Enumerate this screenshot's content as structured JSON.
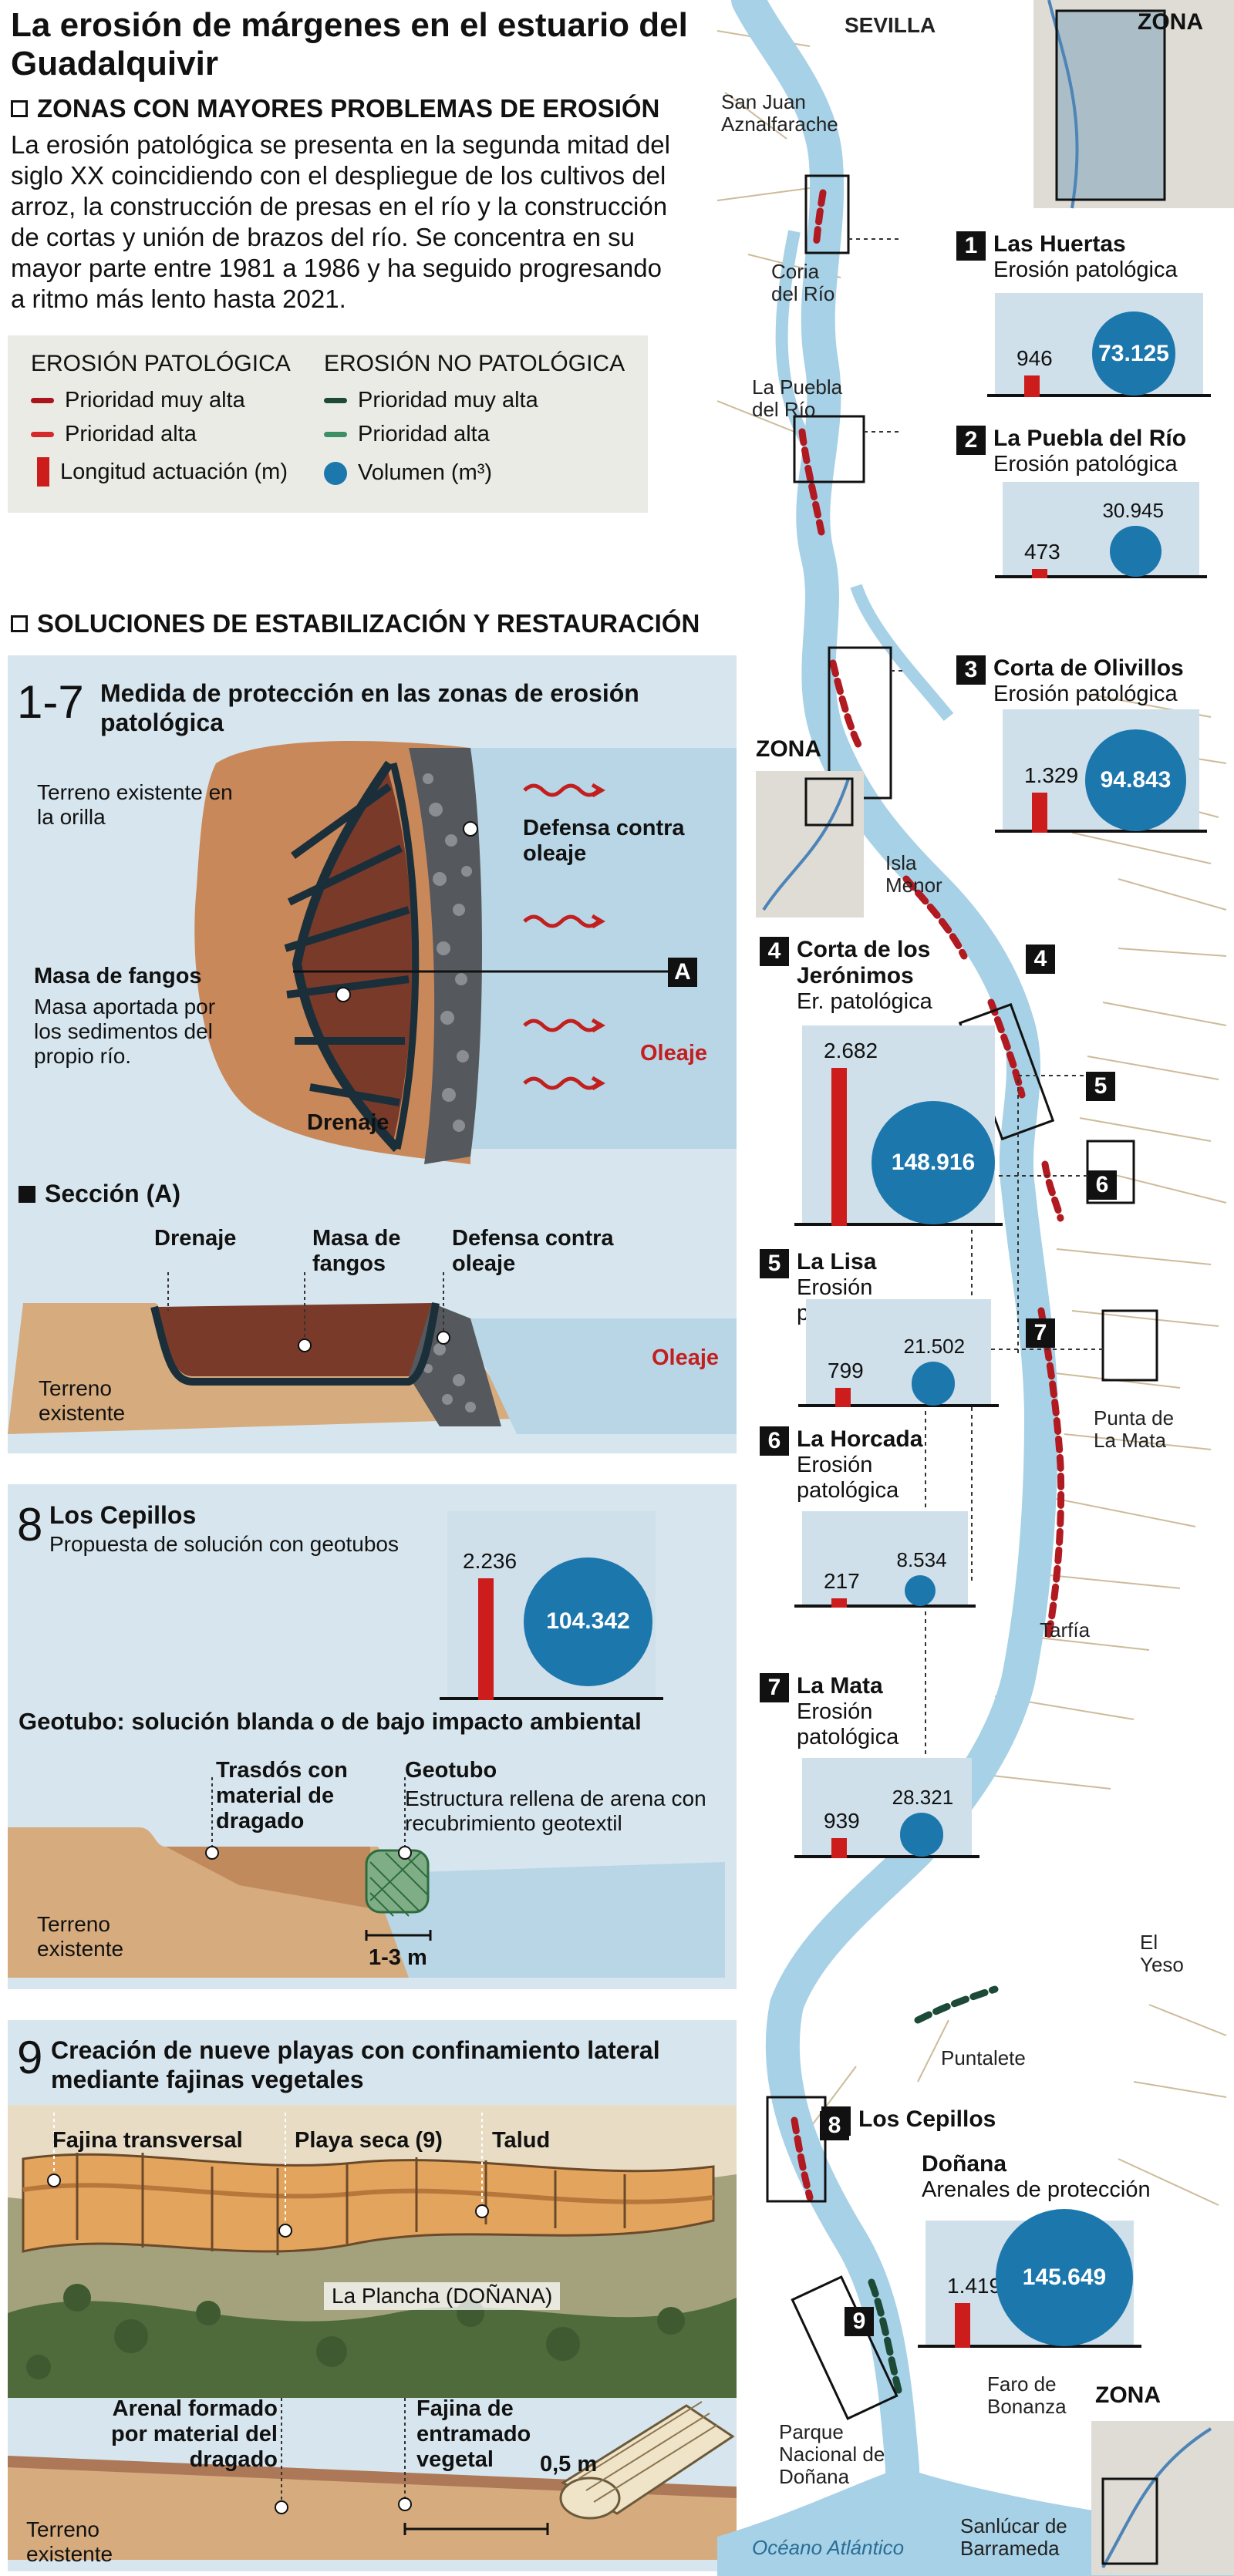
{
  "header": {
    "title": "La erosión de márgenes en el estuario del Guadalquivir",
    "section1": "ZONAS CON MAYORES PROBLEMAS DE EROSIÓN",
    "intro": "La erosión patológica se presenta en la segunda mitad del siglo XX coincidiendo con el despliegue de los cultivos del arroz, la construcción de presas en el río y la construcción de cortas y unión de brazos del río. Se concentra en su mayor parte entre 1981 a 1986 y ha seguido progresando a ritmo más lento hasta 2021.",
    "section2": "SOLUCIONES DE ESTABILIZACIÓN Y RESTAURACIÓN"
  },
  "legend": {
    "col1_title": "EROSIÓN PATOLÓGICA",
    "col2_title": "EROSIÓN NO PATOLÓGICA",
    "pat_very_high": "Prioridad muy alta",
    "pat_high": "Prioridad alta",
    "nonpat_very_high": "Prioridad muy alta",
    "nonpat_high": "Prioridad alta",
    "length": "Longitud actuación (m)",
    "volume": "Volumen (m³)",
    "colors": {
      "pat_very_high": "#a8151b",
      "pat_high": "#d42a2a",
      "nonpat_very_high": "#1d4a37",
      "nonpat_high": "#3d8f66",
      "bar": "#cc1c1c",
      "circle": "#1c77ad"
    }
  },
  "panel_a": {
    "number": "1-7",
    "title": "Medida de protección en las zonas de erosión patológica",
    "terreno_orilla": "Terreno existente en la orilla",
    "defensa": "Defensa contra oleaje",
    "masa_fangos": "Masa de fangos",
    "masa_aportada": "Masa aportada por los sedimentos del propio río.",
    "drenaje": "Drenaje",
    "oleaje": "Oleaje",
    "marker": "A",
    "seccion": "Sección (A)",
    "s_drenaje": "Drenaje",
    "s_masa": "Masa de fangos",
    "s_defensa": "Defensa contra oleaje",
    "s_oleaje": "Oleaje",
    "s_terreno": "Terreno existente"
  },
  "panel_b": {
    "number": "8",
    "title": "Los Cepillos",
    "subtitle": "Propuesta de solución con geotubos",
    "length": "2.236",
    "volume": "104.342",
    "geo_title": "Geotubo: solución blanda o de bajo impacto ambiental",
    "trasdos": "Trasdós con material de dragado",
    "geotubo": "Geotubo",
    "geotubo_desc": "Estructura rellena de arena con recubrimiento geotextil",
    "width": "1-3 m",
    "terreno": "Terreno existente"
  },
  "panel_c": {
    "number": "9",
    "title": "Creación de nueve playas con confinamiento lateral mediante fajinas vegetales",
    "fajina_t": "Fajina transversal",
    "playa": "Playa seca (9)",
    "talud": "Talud",
    "plancha": "La Plancha (DOÑANA)",
    "arenal": "Arenal formado por material del dragado",
    "fajina_e": "Fajina de entramado vegetal",
    "size": "0,5 m",
    "terreno": "Terreno existente"
  },
  "zones": [
    {
      "n": "1",
      "name": "Las Huertas",
      "type": "Erosión patológica",
      "length": "946",
      "volume": "73.125",
      "l_num": 946,
      "v_num": 73125
    },
    {
      "n": "2",
      "name": "La Puebla del Río",
      "type": "Erosión patológica",
      "length": "473",
      "volume": "30.945",
      "l_num": 473,
      "v_num": 30945
    },
    {
      "n": "3",
      "name": "Corta de Olivillos",
      "type": "Erosión patológica",
      "length": "1.329",
      "volume": "94.843",
      "l_num": 1329,
      "v_num": 94843
    },
    {
      "n": "4",
      "name": "Corta de los Jerónimos",
      "type": "Er. patológica",
      "length": "2.682",
      "volume": "148.916",
      "l_num": 2682,
      "v_num": 148916
    },
    {
      "n": "5",
      "name": "La Lisa",
      "type": "Erosión patológica",
      "length": "799",
      "volume": "21.502",
      "l_num": 799,
      "v_num": 21502
    },
    {
      "n": "6",
      "name": "La Horcada",
      "type": "Erosión patológica",
      "length": "217",
      "volume": "8.534",
      "l_num": 217,
      "v_num": 8534
    },
    {
      "n": "7",
      "name": "La Mata",
      "type": "Erosión patológica",
      "length": "939",
      "volume": "28.321",
      "l_num": 939,
      "v_num": 28321
    },
    {
      "n": "8",
      "name": "Los Cepillos",
      "type": "",
      "length": "",
      "volume": ""
    },
    {
      "n": "9",
      "name": "Doñana",
      "type": "Arenales de protección",
      "length": "1.419",
      "volume": "145.649",
      "l_num": 1419,
      "v_num": 145649
    }
  ],
  "map": {
    "places": {
      "sevilla": "SEVILLA",
      "san_juan": "San Juan Aznalfarache",
      "coria": "Coria del Río",
      "puebla": "La Puebla del Río",
      "isla": "Isla Menor",
      "punta": "Punta de La Mata",
      "tarfia": "Tarfía",
      "yeso": "El Yeso",
      "puntalete": "Puntalete",
      "faro": "Faro de Bonanza",
      "parque": "Parque Nacional de Doñana",
      "oceano": "Océano Atlántico",
      "sanlucar": "Sanlúcar de Barrameda"
    },
    "zona": "ZONA"
  }
}
